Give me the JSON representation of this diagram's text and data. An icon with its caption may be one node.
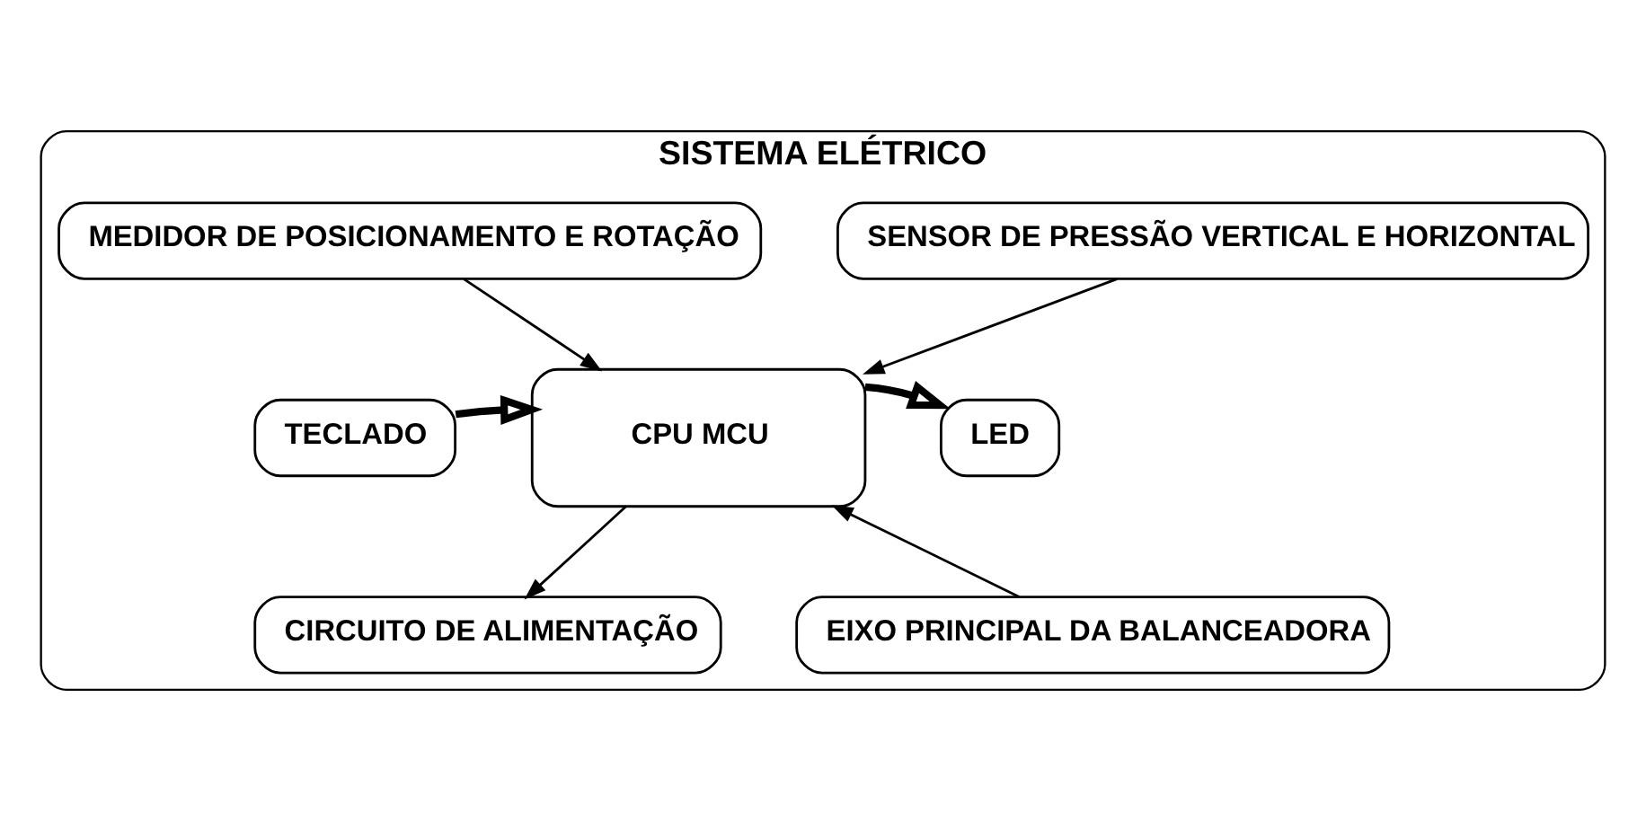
{
  "diagram": {
    "nodes": [
      {
        "text": [
          "SISTEMA ELÉTRICO"
        ]
      },
      {
        "text": [
          "MEDIDOR DE POSICIONAMENTO E ROTAÇÃO"
        ],
        "in": 0
      },
      {
        "text": [
          "SENSOR DE PRESSÃO VERTICAL E HORIZONTAL"
        ],
        "in": 0
      },
      {
        "text": [
          "TECLADO"
        ],
        "in": 0
      },
      {
        "text": [
          "CPU MCU"
        ],
        "in": 0
      },
      {
        "text": [
          "LED"
        ],
        "in": 0
      },
      {
        "text": [
          "CIRCUITO DE ALIMENTAÇÃO"
        ],
        "in": 0
      },
      {
        "text": [
          "EIXO PRINCIPAL DA BALANCEADORA"
        ],
        "in": 0
      }
    ],
    "edges": [
      {
        "from": 1,
        "to": 4,
        "arrow": "to"
      },
      {
        "from": 2,
        "to": 4,
        "arrow": "to"
      },
      {
        "from": 3,
        "to": 4,
        "arrow": "to",
        "style": "thick"
      },
      {
        "from": 4,
        "to": 5,
        "arrow": "to",
        "style": "thick"
      },
      {
        "from": 4,
        "to": 6,
        "arrow": "to"
      },
      {
        "from": 7,
        "to": 4,
        "arrow": "to"
      }
    ]
  }
}
